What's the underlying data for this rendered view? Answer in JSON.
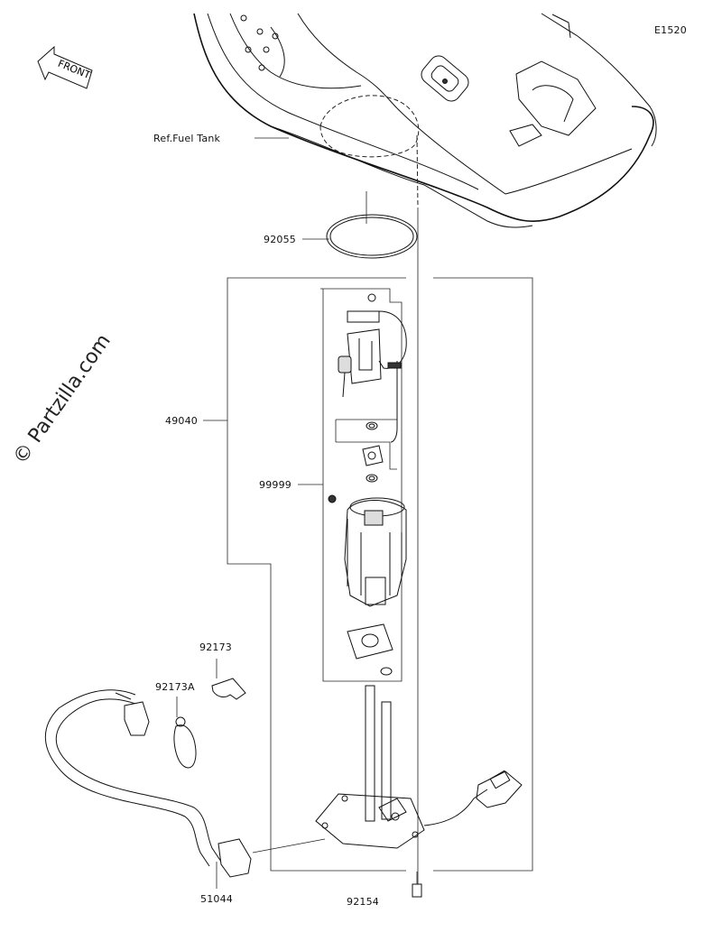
{
  "diagram": {
    "code": "E1520",
    "front_label": "FRONT",
    "watermark": "© Partzilla.com",
    "callouts": [
      {
        "id": "ref-fuel-tank",
        "label": "Ref.Fuel Tank"
      },
      {
        "id": "92055",
        "label": "92055"
      },
      {
        "id": "49040",
        "label": "49040"
      },
      {
        "id": "99999",
        "label": "99999"
      },
      {
        "id": "92173",
        "label": "92173"
      },
      {
        "id": "92173A",
        "label": "92173A"
      },
      {
        "id": "51044",
        "label": "51044"
      },
      {
        "id": "92154",
        "label": "92154"
      }
    ]
  }
}
